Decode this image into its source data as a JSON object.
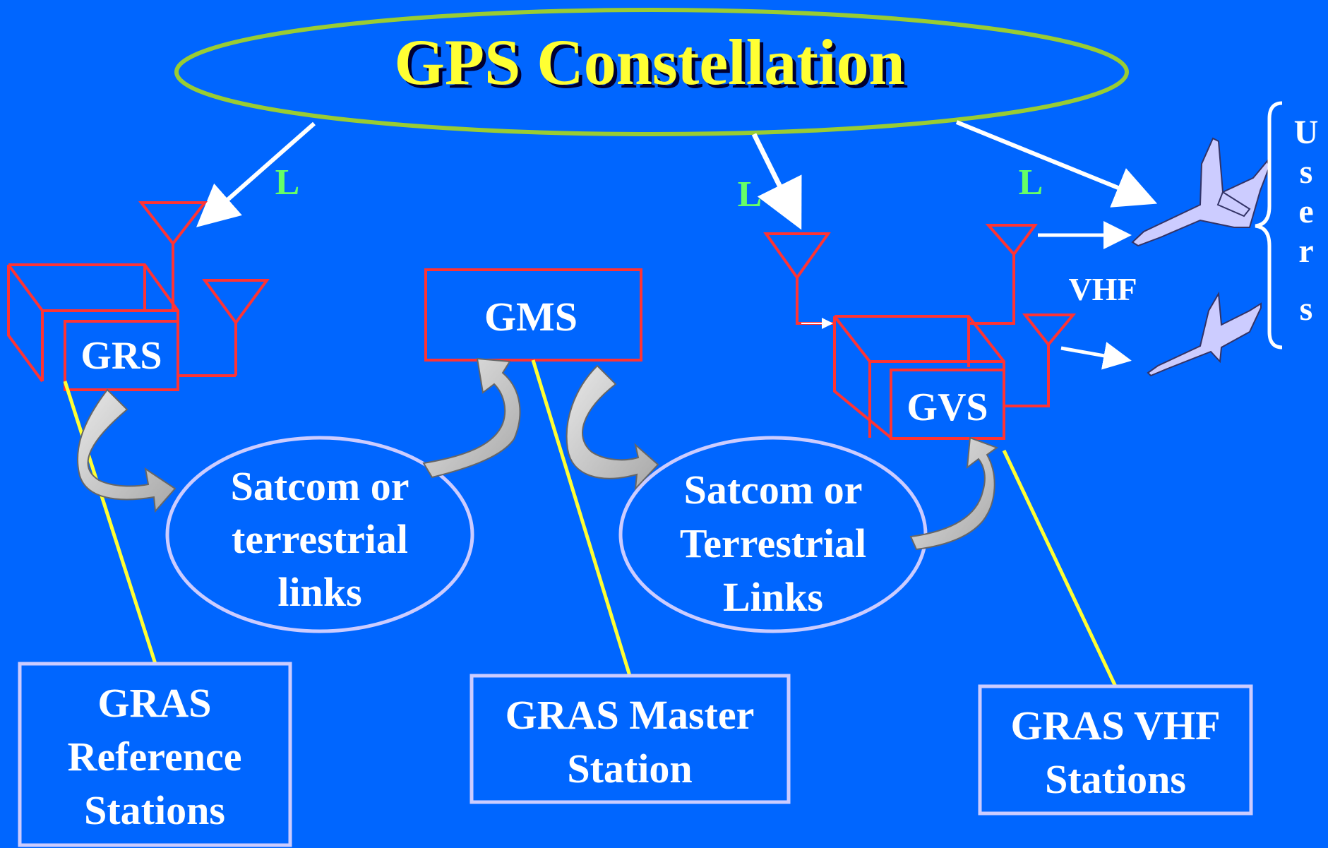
{
  "title": "GPS Constellation",
  "signal_l": "L",
  "signal_vhf": "VHF",
  "stations": {
    "grs": "GRS",
    "gms": "GMS",
    "gvs": "GVS"
  },
  "links_left": [
    "Satcom or",
    "terrestrial",
    "links"
  ],
  "links_right": [
    "Satcom or",
    "Terrestrial",
    "Links"
  ],
  "boxes": {
    "reference": [
      "GRAS",
      "Reference",
      "Stations"
    ],
    "master": [
      "GRAS Master",
      "Station"
    ],
    "vhf": [
      "GRAS VHF",
      "Stations"
    ]
  },
  "users_letters": [
    "U",
    "s",
    "e",
    "r",
    "s"
  ],
  "colors": {
    "background": "#0066FF",
    "title_text": "#FFFF33",
    "ellipse_outline": "#99CC33",
    "station_outline": "#FF3333",
    "leader_line": "#FFFF33",
    "signal_label": "#66FF66",
    "aircraft": "#CCCCFF"
  }
}
